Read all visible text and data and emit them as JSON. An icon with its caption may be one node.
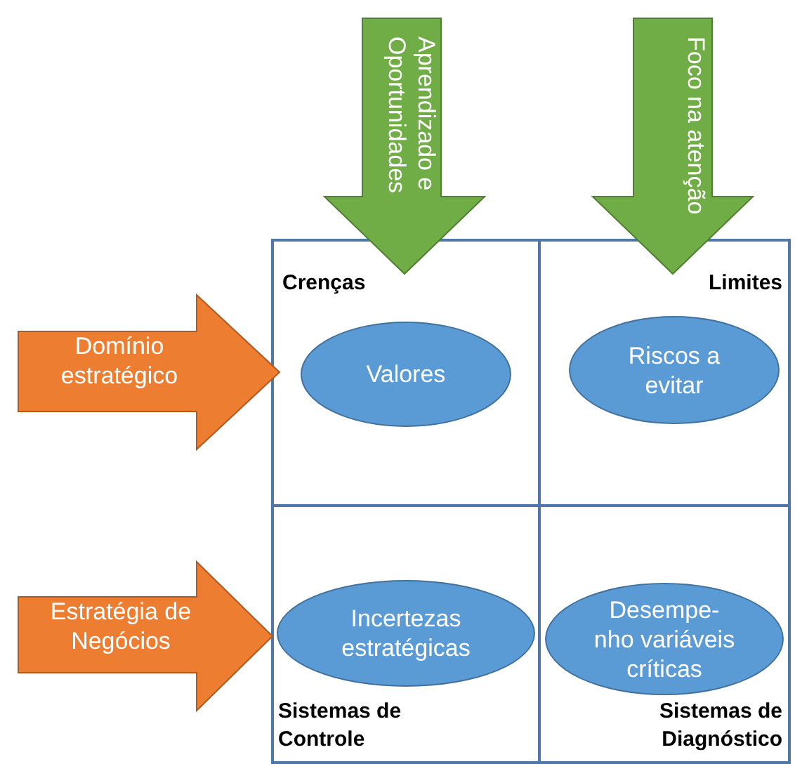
{
  "diagram": {
    "nodes": [
      {
        "text": [
          "Aprendizado e Oportunidades"
        ]
      },
      {
        "text": [
          "Foco na atenção"
        ]
      },
      {
        "text": [
          "Domínio estratégico"
        ]
      },
      {
        "text": [
          "Crenças"
        ]
      },
      {
        "text": [
          "Valores"
        ],
        "in": 3
      },
      {
        "text": [
          "Limites"
        ]
      },
      {
        "text": [
          "Riscos a evitar"
        ],
        "in": 5
      },
      {
        "text": [
          "Estratégia de Negócios"
        ]
      },
      {
        "text": [
          "Sistemas de Controle"
        ]
      },
      {
        "text": [
          "Incertezas estratégicas"
        ],
        "in": 8
      },
      {
        "text": [
          "Sistemas de Diagnóstico"
        ]
      },
      {
        "text": [
          "Desempe- nho variáveis críticas"
        ],
        "in": 10
      }
    ]
  }
}
